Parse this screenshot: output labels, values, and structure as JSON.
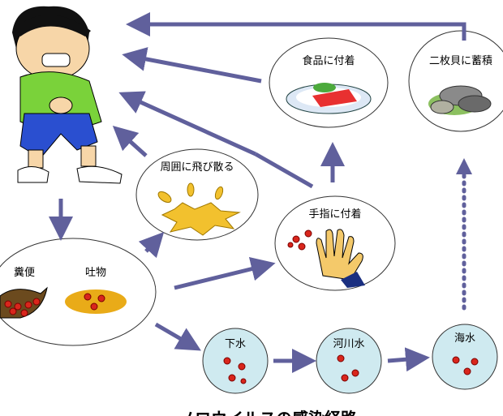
{
  "title": "ノロウイルスの感染経路",
  "nodes": {
    "scatter": "周囲に飛び散る",
    "feces": "糞便",
    "vomit": "吐物",
    "hands": "手指に付着",
    "food": "食品に付着",
    "bivalve": "二枚貝に蓄積",
    "sewage": "下水",
    "river": "河川水",
    "sea": "海水"
  },
  "colors": {
    "arrow": "#60609c",
    "virus": "#d9261c",
    "splash": "#f2c12e",
    "glove": "#f4c96a"
  }
}
